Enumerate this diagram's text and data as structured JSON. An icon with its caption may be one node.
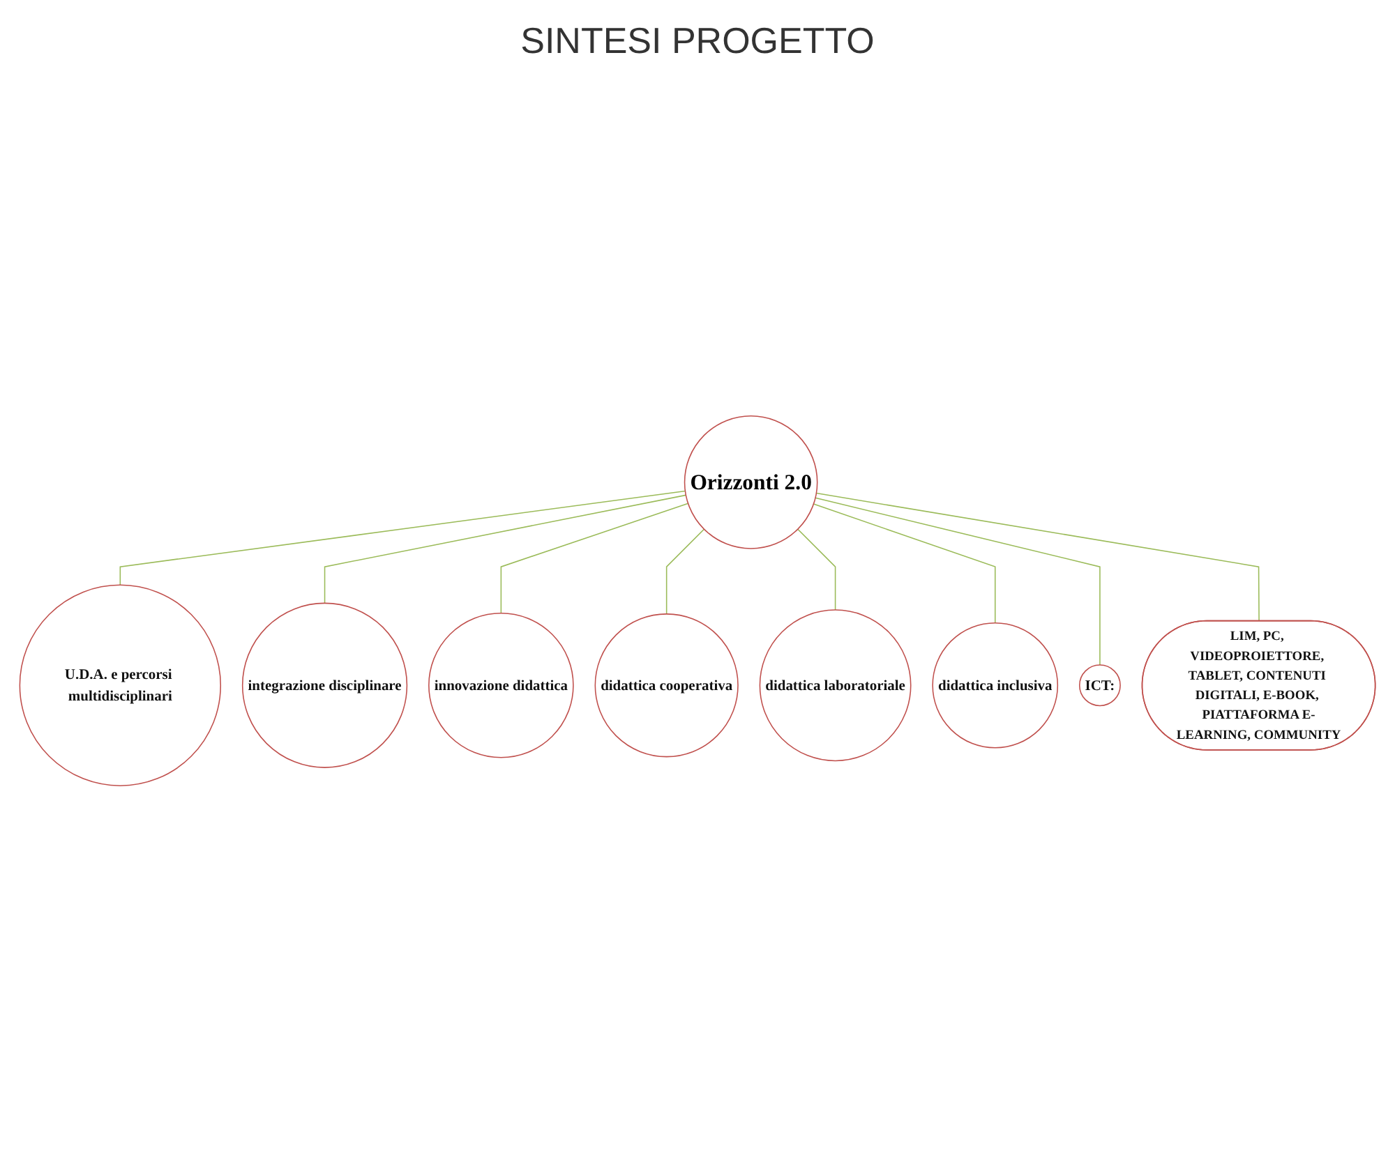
{
  "diagram": {
    "title": "SINTESI PROGETTO",
    "nodes": [
      {
        "text": [
          "Orizzonti 2.0"
        ]
      },
      {
        "text": [
          "U.D.A. e percorsi multidisciplinari"
        ]
      },
      {
        "text": [
          "integrazione disciplinare"
        ]
      },
      {
        "text": [
          "innovazione didattica"
        ]
      },
      {
        "text": [
          "didattica cooperativa"
        ]
      },
      {
        "text": [
          "didattica laboratoriale"
        ]
      },
      {
        "text": [
          "didattica inclusiva"
        ]
      },
      {
        "text": [
          "ICT:"
        ]
      },
      {
        "text": [
          "LIM, PC, VIDEOPROIETTORE, TABLET, CONTENUTI DIGITALI, E-BOOK, PIATTAFORMA E-LEARNING, COMMUNITY"
        ]
      }
    ],
    "edges": [
      {
        "from": 0,
        "to": 1,
        "arrow": "none"
      },
      {
        "from": 0,
        "to": 2,
        "arrow": "none"
      },
      {
        "from": 0,
        "to": 3,
        "arrow": "none"
      },
      {
        "from": 0,
        "to": 4,
        "arrow": "none"
      },
      {
        "from": 0,
        "to": 5,
        "arrow": "none"
      },
      {
        "from": 0,
        "to": 6,
        "arrow": "none"
      },
      {
        "from": 0,
        "to": 7,
        "arrow": "none"
      },
      {
        "from": 0,
        "to": 8,
        "arrow": "none"
      }
    ]
  }
}
